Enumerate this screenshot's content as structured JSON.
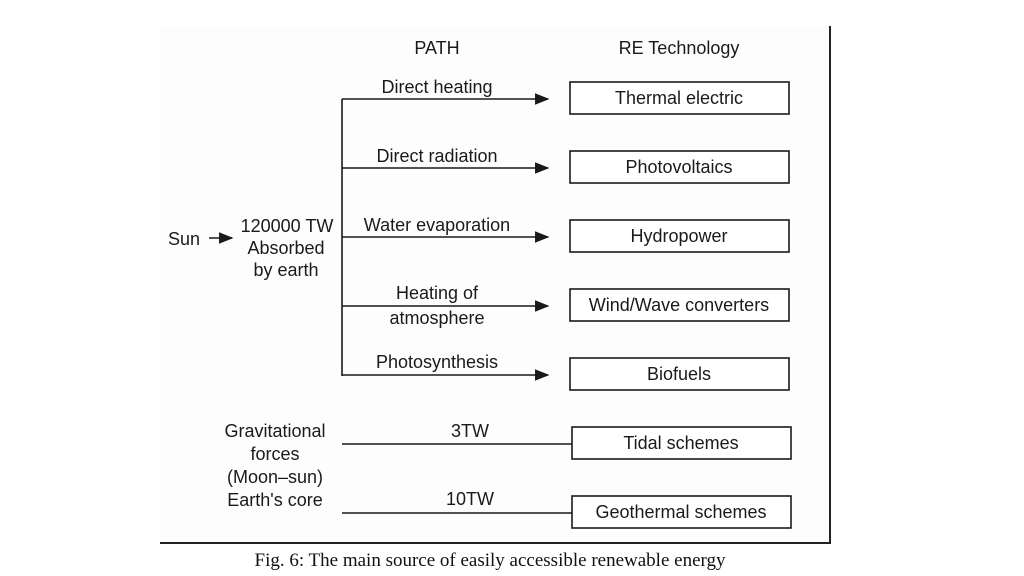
{
  "headers": {
    "path": "PATH",
    "technology": "RE Technology"
  },
  "source": {
    "sun": "Sun",
    "power": "120000 TW",
    "absorbed_line1": "Absorbed",
    "absorbed_line2": "by earth"
  },
  "paths": [
    {
      "label_line1": "Direct heating",
      "label_line2": "",
      "tech": "Thermal electric"
    },
    {
      "label_line1": "Direct radiation",
      "label_line2": "",
      "tech": "Photovoltaics"
    },
    {
      "label_line1": "Water evaporation",
      "label_line2": "",
      "tech": "Hydropower"
    },
    {
      "label_line1": "Heating of",
      "label_line2": "atmosphere",
      "tech": "Wind/Wave converters"
    },
    {
      "label_line1": "Photosynthesis",
      "label_line2": "",
      "tech": "Biofuels"
    }
  ],
  "other_sources": [
    {
      "source_lines": [
        "Gravitational",
        "forces",
        "(Moon–sun)"
      ],
      "power": "3TW",
      "tech": "Tidal schemes"
    },
    {
      "source_lines": [
        "Earth's core"
      ],
      "power": "10TW",
      "tech": "Geothermal schemes"
    }
  ],
  "caption": "Fig. 6: The main source of easily accessible renewable energy"
}
